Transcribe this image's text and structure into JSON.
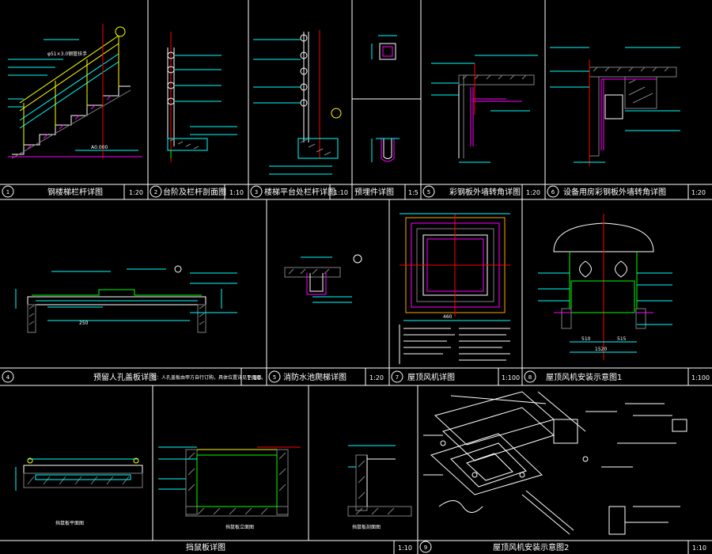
{
  "palette": {
    "background": "#000000",
    "frame": "#ffffff",
    "structure": "#00ff00",
    "dimension": "#00ffff",
    "accent": "#ff00ff",
    "axis": "#ff0000",
    "annotation": "#ffff00",
    "hatch": "#808080",
    "insulation": "#ffa500"
  },
  "details": [
    {
      "num": "1",
      "title": "钢楼梯栏杆详图",
      "scale": "1:20"
    },
    {
      "num": "2",
      "title": "台阶及栏杆剖面图",
      "scale": "1:10"
    },
    {
      "num": "3",
      "title": "楼梯平台处栏杆详图",
      "scale": "1:10"
    },
    {
      "num": "",
      "title": "预埋件详图",
      "scale": "1:5"
    },
    {
      "num": "5",
      "title": "彩钢板外墙转角详图",
      "scale": "1:20"
    },
    {
      "num": "6",
      "title": "设备用房彩钢板外墙转角详图",
      "scale": "1:20"
    },
    {
      "num": "4",
      "title": "预留人孔盖板详图",
      "note": "注：人孔盖板由甲方自行订购，具体位置详见平面图。",
      "scale": "1:10"
    },
    {
      "num": "5",
      "title": "消防水池爬梯详图",
      "scale": "1:20"
    },
    {
      "num": "7",
      "title": "屋顶风机详图",
      "scale": "1:100"
    },
    {
      "num": "8",
      "title": "屋顶风机安装示意图1",
      "scale": "1:100"
    },
    {
      "num": "",
      "title": "挡鼠板详图",
      "scale": "1:10"
    },
    {
      "num": "9",
      "title": "屋顶风机安装示意图2",
      "scale": "1:10"
    }
  ],
  "labels": {
    "plan_label": "挡鼠板平面图",
    "elev_label": "挡鼠板立面图",
    "sect_label": "挡鼠板剖面图",
    "dim_a": "510",
    "dim_b": "515",
    "dim_c": "1520",
    "dim_d": "460",
    "dim_e": "250"
  }
}
